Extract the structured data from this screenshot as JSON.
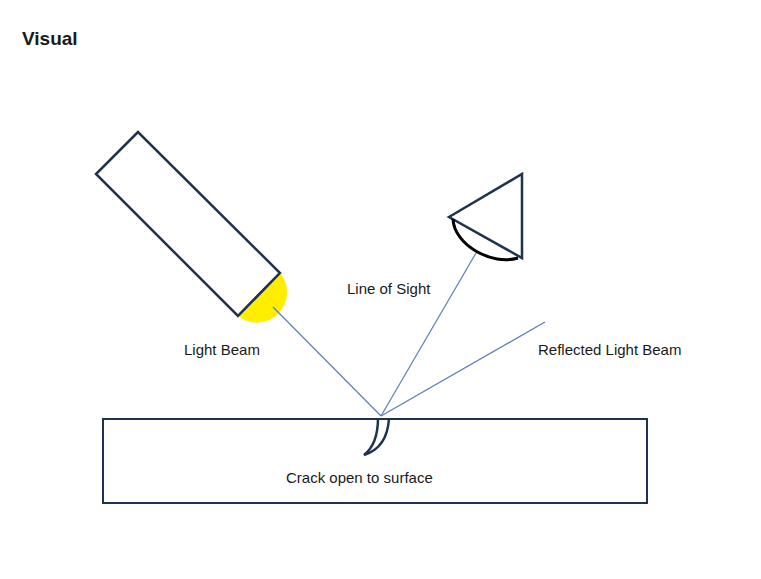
{
  "diagram": {
    "title": "Visual",
    "nodes": [
      {
        "text": [
          "Crack open to surface"
        ]
      }
    ],
    "labels": [
      "Light Beam",
      "Line of Sight",
      "Reflected Light Beam"
    ]
  }
}
